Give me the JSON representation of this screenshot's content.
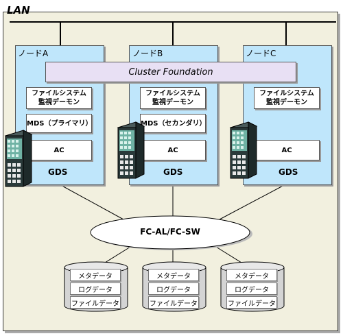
{
  "lan_label": "LAN",
  "cluster_foundation": "Cluster Foundation",
  "nodes": [
    {
      "name": "ノードA",
      "fs_daemon_line1": "ファイルシステム",
      "fs_daemon_line2": "監視デーモン",
      "mds": "MDS（プライマリ）",
      "ac": "AC",
      "gds": "GDS"
    },
    {
      "name": "ノードB",
      "fs_daemon_line1": "ファイルシステム",
      "fs_daemon_line2": "監視デーモン",
      "mds": "MDS（セカンダリ）",
      "ac": "AC",
      "gds": "GDS"
    },
    {
      "name": "ノードC",
      "fs_daemon_line1": "ファイルシステム",
      "fs_daemon_line2": "監視デーモン",
      "ac": "AC",
      "gds": "GDS"
    }
  ],
  "storage_network": "FC-AL/FC-SW",
  "disks": [
    {
      "meta": "メタデータ",
      "log": "ログデータ",
      "file": "ファイルデータ"
    },
    {
      "meta": "メタデータ",
      "log": "ログデータ",
      "file": "ファイルデータ"
    },
    {
      "meta": "メタデータ",
      "log": "ログデータ",
      "file": "ファイルデータ"
    }
  ],
  "colors": {
    "background": "#f2f0df",
    "node_fill": "#bfe6fb",
    "cluster_foundation_fill": "#e8e0f4",
    "disk_fill": "#d4d4d4",
    "server_body": "#2a3a3a",
    "server_panel": "#6fb2a4"
  }
}
